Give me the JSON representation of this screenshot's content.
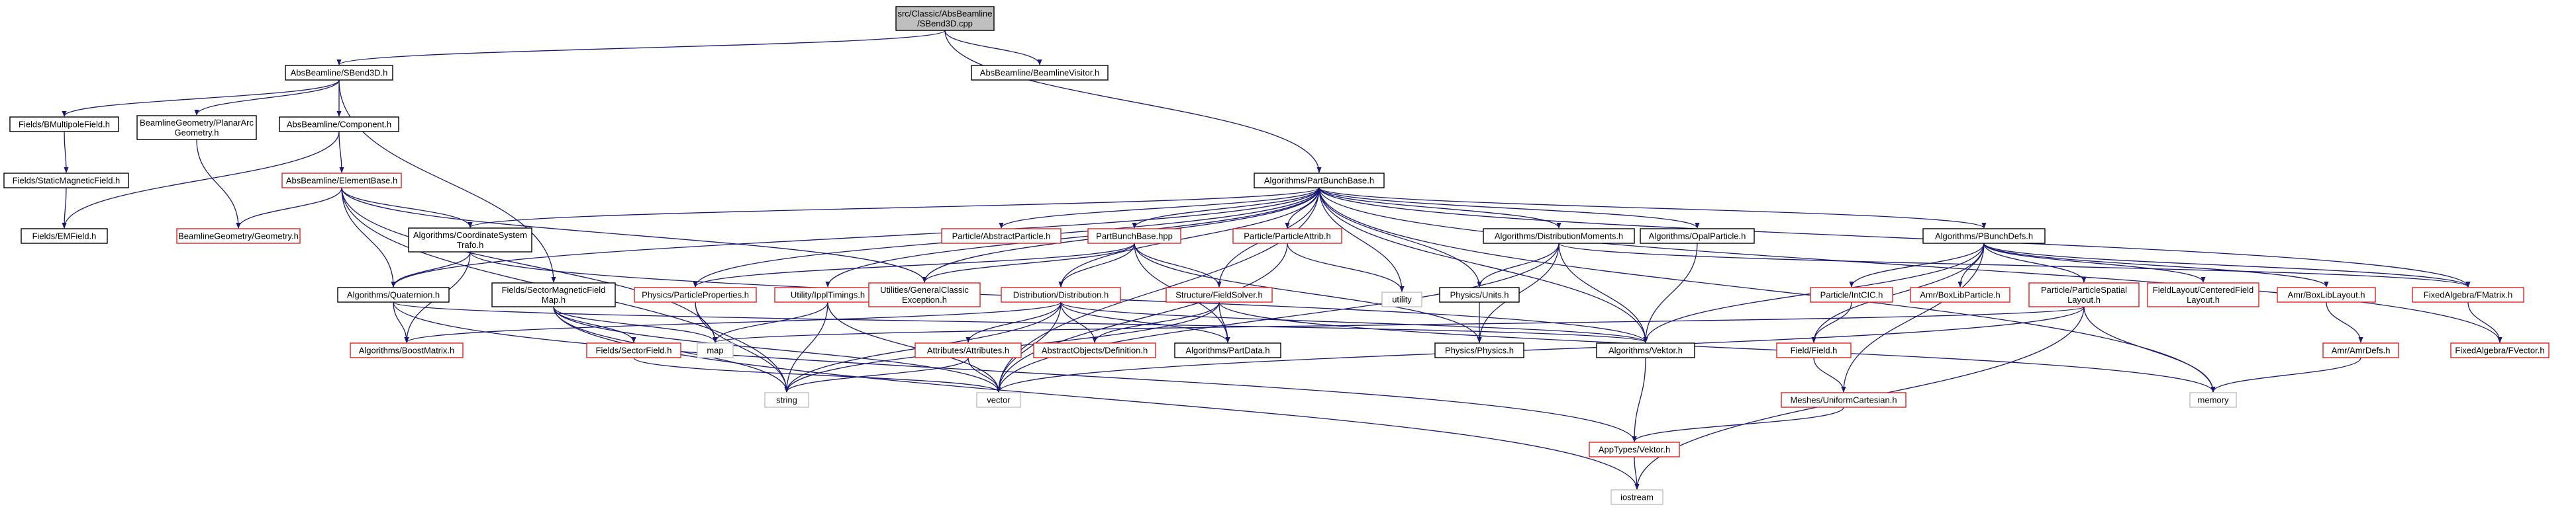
{
  "diagram": {
    "title": "",
    "colors": {
      "edge": "#191970",
      "edge_alt": "#cc2222",
      "root_fill": "#bfbfbf",
      "node_fill": "#ffffff",
      "border_black": "#000000",
      "border_red": "#e02020",
      "border_gray": "#bfbfbf"
    },
    "nodes": [
      {
        "id": "root",
        "lines": [
          "src/Classic/AbsBeamline",
          "/SBend3D.cpp"
        ],
        "kind": "root"
      },
      {
        "id": "sbend3d_h",
        "lines": [
          "AbsBeamline/SBend3D.h"
        ],
        "kind": "black"
      },
      {
        "id": "beamlinevisitor_h",
        "lines": [
          "AbsBeamline/BeamlineVisitor.h"
        ],
        "kind": "black"
      },
      {
        "id": "bmultipolefield_h",
        "lines": [
          "Fields/BMultipoleField.h"
        ],
        "kind": "black"
      },
      {
        "id": "planararc_h",
        "lines": [
          "BeamlineGeometry/PlanarArc",
          "Geometry.h"
        ],
        "kind": "black"
      },
      {
        "id": "component_h",
        "lines": [
          "AbsBeamline/Component.h"
        ],
        "kind": "black"
      },
      {
        "id": "staticmagneticfield_h",
        "lines": [
          "Fields/StaticMagneticField.h"
        ],
        "kind": "black"
      },
      {
        "id": "emfield_h",
        "lines": [
          "Fields/EMField.h"
        ],
        "kind": "black"
      },
      {
        "id": "elementbase_h",
        "lines": [
          "AbsBeamline/ElementBase.h"
        ],
        "kind": "red"
      },
      {
        "id": "geometry_h",
        "lines": [
          "BeamlineGeometry/Geometry.h"
        ],
        "kind": "red"
      },
      {
        "id": "partbunchbase_h",
        "lines": [
          "Algorithms/PartBunchBase.h"
        ],
        "kind": "black"
      },
      {
        "id": "coordsys_h",
        "lines": [
          "Algorithms/CoordinateSystem",
          "Trafo.h"
        ],
        "kind": "black"
      },
      {
        "id": "quaternion_h",
        "lines": [
          "Algorithms/Quaternion.h"
        ],
        "kind": "black"
      },
      {
        "id": "boostmatrix_h",
        "lines": [
          "Algorithms/BoostMatrix.h"
        ],
        "kind": "red"
      },
      {
        "id": "sectormagfieldmap_h",
        "lines": [
          "Fields/SectorMagneticField",
          "Map.h"
        ],
        "kind": "black"
      },
      {
        "id": "sectorfield_h",
        "lines": [
          "Fields/SectorField.h"
        ],
        "kind": "red"
      },
      {
        "id": "abstractparticle_h",
        "lines": [
          "Particle/AbstractParticle.h"
        ],
        "kind": "red"
      },
      {
        "id": "partbunchbase_hpp",
        "lines": [
          "PartBunchBase.hpp"
        ],
        "kind": "red"
      },
      {
        "id": "particleprops_h",
        "lines": [
          "Physics/ParticleProperties.h"
        ],
        "kind": "red"
      },
      {
        "id": "ipptimings_h",
        "lines": [
          "Utility/IpplTimings.h"
        ],
        "kind": "red"
      },
      {
        "id": "generalclassicexc_h",
        "lines": [
          "Utilities/GeneralClassic",
          "Exception.h"
        ],
        "kind": "red"
      },
      {
        "id": "distribution_h",
        "lines": [
          "Distribution/Distribution.h"
        ],
        "kind": "red"
      },
      {
        "id": "particleattrib_h",
        "lines": [
          "Particle/ParticleAttrib.h"
        ],
        "kind": "red"
      },
      {
        "id": "fieldsolver_h",
        "lines": [
          "Structure/FieldSolver.h"
        ],
        "kind": "red"
      },
      {
        "id": "utility",
        "lines": [
          "utility"
        ],
        "kind": "gray"
      },
      {
        "id": "distmoments_h",
        "lines": [
          "Algorithms/DistributionMoments.h"
        ],
        "kind": "black"
      },
      {
        "id": "opalparticle_h",
        "lines": [
          "Algorithms/OpalParticle.h"
        ],
        "kind": "black"
      },
      {
        "id": "units_h",
        "lines": [
          "Physics/Units.h"
        ],
        "kind": "black"
      },
      {
        "id": "physics_h",
        "lines": [
          "Physics/Physics.h"
        ],
        "kind": "black"
      },
      {
        "id": "pbunchdefs_h",
        "lines": [
          "Algorithms/PBunchDefs.h"
        ],
        "kind": "black"
      },
      {
        "id": "intcic_h",
        "lines": [
          "Particle/IntCIC.h"
        ],
        "kind": "red"
      },
      {
        "id": "boxlibparticle_h",
        "lines": [
          "Amr/BoxLibParticle.h"
        ],
        "kind": "red"
      },
      {
        "id": "partspatiallayout_h",
        "lines": [
          "Particle/ParticleSpatial",
          "Layout.h"
        ],
        "kind": "red"
      },
      {
        "id": "centeredfieldlayout_h",
        "lines": [
          "FieldLayout/CenteredField",
          "Layout.h"
        ],
        "kind": "red"
      },
      {
        "id": "boxliblayout_h",
        "lines": [
          "Amr/BoxLibLayout.h"
        ],
        "kind": "red"
      },
      {
        "id": "fmatrix_h",
        "lines": [
          "FixedAlgebra/FMatrix.h"
        ],
        "kind": "red"
      },
      {
        "id": "fvector_h",
        "lines": [
          "FixedAlgebra/FVector.h"
        ],
        "kind": "red"
      },
      {
        "id": "amrdefs_h",
        "lines": [
          "Amr/AmrDefs.h"
        ],
        "kind": "red"
      },
      {
        "id": "field_h",
        "lines": [
          "Field/Field.h"
        ],
        "kind": "red"
      },
      {
        "id": "uniformcartesian_h",
        "lines": [
          "Meshes/UniformCartesian.h"
        ],
        "kind": "red"
      },
      {
        "id": "attributes_h",
        "lines": [
          "Attributes/Attributes.h"
        ],
        "kind": "red"
      },
      {
        "id": "abstractobjdef_h",
        "lines": [
          "AbstractObjects/Definition.h"
        ],
        "kind": "red"
      },
      {
        "id": "partdata_h",
        "lines": [
          "Algorithms/PartData.h"
        ],
        "kind": "black"
      },
      {
        "id": "vektor_h",
        "lines": [
          "Algorithms/Vektor.h"
        ],
        "kind": "black"
      },
      {
        "id": "apptypes_vektor_h",
        "lines": [
          "AppTypes/Vektor.h"
        ],
        "kind": "red"
      },
      {
        "id": "map",
        "lines": [
          "map"
        ],
        "kind": "gray"
      },
      {
        "id": "string",
        "lines": [
          "string"
        ],
        "kind": "gray"
      },
      {
        "id": "vector",
        "lines": [
          "vector"
        ],
        "kind": "gray"
      },
      {
        "id": "memory",
        "lines": [
          "memory"
        ],
        "kind": "gray"
      },
      {
        "id": "iostream",
        "lines": [
          "iostream"
        ],
        "kind": "gray"
      }
    ],
    "edges": [
      [
        "root",
        "sbend3d_h"
      ],
      [
        "root",
        "beamlinevisitor_h"
      ],
      [
        "root",
        "partbunchbase_h"
      ],
      [
        "sbend3d_h",
        "bmultipolefield_h"
      ],
      [
        "sbend3d_h",
        "planararc_h"
      ],
      [
        "sbend3d_h",
        "component_h"
      ],
      [
        "sbend3d_h",
        "sectormagfieldmap_h"
      ],
      [
        "bmultipolefield_h",
        "staticmagneticfield_h"
      ],
      [
        "staticmagneticfield_h",
        "emfield_h"
      ],
      [
        "planararc_h",
        "geometry_h"
      ],
      [
        "component_h",
        "emfield_h"
      ],
      [
        "component_h",
        "elementbase_h"
      ],
      [
        "elementbase_h",
        "geometry_h"
      ],
      [
        "elementbase_h",
        "coordsys_h"
      ],
      [
        "elementbase_h",
        "quaternion_h"
      ],
      [
        "elementbase_h",
        "generalclassicexc_h"
      ],
      [
        "elementbase_h",
        "string"
      ],
      [
        "elementbase_h",
        "map"
      ],
      [
        "coordsys_h",
        "quaternion_h"
      ],
      [
        "coordsys_h",
        "boostmatrix_h"
      ],
      [
        "coordsys_h",
        "vektor_h"
      ],
      [
        "quaternion_h",
        "boostmatrix_h"
      ],
      [
        "quaternion_h",
        "apptypes_vektor_h"
      ],
      [
        "quaternion_h",
        "vektor_h"
      ],
      [
        "sectormagfieldmap_h",
        "sectorfield_h"
      ],
      [
        "sectormagfieldmap_h",
        "map"
      ],
      [
        "sectormagfieldmap_h",
        "string"
      ],
      [
        "sectormagfieldmap_h",
        "vector"
      ],
      [
        "sectormagfieldmap_h",
        "iostream"
      ],
      [
        "sectorfield_h",
        "vector"
      ],
      [
        "partbunchbase_h",
        "coordsys_h"
      ],
      [
        "partbunchbase_h",
        "quaternion_h"
      ],
      [
        "partbunchbase_h",
        "abstractparticle_h"
      ],
      [
        "partbunchbase_h",
        "partbunchbase_hpp"
      ],
      [
        "partbunchbase_h",
        "particleprops_h"
      ],
      [
        "partbunchbase_h",
        "ipptimings_h"
      ],
      [
        "partbunchbase_h",
        "generalclassicexc_h"
      ],
      [
        "partbunchbase_h",
        "distribution_h"
      ],
      [
        "partbunchbase_h",
        "particleattrib_h"
      ],
      [
        "partbunchbase_h",
        "fieldsolver_h"
      ],
      [
        "partbunchbase_h",
        "utility"
      ],
      [
        "partbunchbase_h",
        "distmoments_h"
      ],
      [
        "partbunchbase_h",
        "opalparticle_h"
      ],
      [
        "partbunchbase_h",
        "units_h"
      ],
      [
        "partbunchbase_h",
        "pbunchdefs_h"
      ],
      [
        "partbunchbase_h",
        "vektor_h"
      ],
      [
        "partbunchbase_h",
        "vector"
      ],
      [
        "partbunchbase_h",
        "fmatrix_h"
      ],
      [
        "partbunchbase_h",
        "fvector_h"
      ],
      [
        "partbunchbase_h",
        "memory"
      ],
      [
        "partbunchbase_hpp",
        "particleprops_h"
      ],
      [
        "partbunchbase_hpp",
        "generalclassicexc_h"
      ],
      [
        "partbunchbase_hpp",
        "distribution_h"
      ],
      [
        "partbunchbase_hpp",
        "fieldsolver_h"
      ],
      [
        "partbunchbase_hpp",
        "partdata_h"
      ],
      [
        "partbunchbase_hpp",
        "physics_h"
      ],
      [
        "particleprops_h",
        "map"
      ],
      [
        "particleprops_h",
        "string"
      ],
      [
        "ipptimings_h",
        "map"
      ],
      [
        "ipptimings_h",
        "string"
      ],
      [
        "ipptimings_h",
        "vector"
      ],
      [
        "distribution_h",
        "attributes_h"
      ],
      [
        "distribution_h",
        "abstractobjdef_h"
      ],
      [
        "distribution_h",
        "partdata_h"
      ],
      [
        "distribution_h",
        "vektor_h"
      ],
      [
        "distribution_h",
        "boostmatrix_h"
      ],
      [
        "distribution_h",
        "vector"
      ],
      [
        "distribution_h",
        "string"
      ],
      [
        "attributes_h",
        "string"
      ],
      [
        "attributes_h",
        "vector"
      ],
      [
        "particleattrib_h",
        "utility"
      ],
      [
        "particleattrib_h",
        "vector"
      ],
      [
        "fieldsolver_h",
        "abstractobjdef_h"
      ],
      [
        "fieldsolver_h",
        "partdata_h"
      ],
      [
        "fieldsolver_h",
        "memory"
      ],
      [
        "fieldsolver_h",
        "string"
      ],
      [
        "distmoments_h",
        "units_h"
      ],
      [
        "distmoments_h",
        "physics_h"
      ],
      [
        "distmoments_h",
        "vektor_h"
      ],
      [
        "distmoments_h",
        "vector"
      ],
      [
        "distmoments_h",
        "fmatrix_h"
      ],
      [
        "opalparticle_h",
        "vektor_h"
      ],
      [
        "units_h",
        "physics_h"
      ],
      [
        "pbunchdefs_h",
        "vektor_h"
      ],
      [
        "pbunchdefs_h",
        "field_h"
      ],
      [
        "pbunchdefs_h",
        "intcic_h"
      ],
      [
        "pbunchdefs_h",
        "boxlibparticle_h"
      ],
      [
        "pbunchdefs_h",
        "partspatiallayout_h"
      ],
      [
        "pbunchdefs_h",
        "centeredfieldlayout_h"
      ],
      [
        "pbunchdefs_h",
        "boxliblayout_h"
      ],
      [
        "pbunchdefs_h",
        "uniformcartesian_h"
      ],
      [
        "pbunchdefs_h",
        "fmatrix_h"
      ],
      [
        "intcic_h",
        "field_h"
      ],
      [
        "partspatiallayout_h",
        "vector"
      ],
      [
        "partspatiallayout_h",
        "iostream"
      ],
      [
        "partspatiallayout_h",
        "memory"
      ],
      [
        "partspatiallayout_h",
        "map"
      ],
      [
        "boxliblayout_h",
        "amrdefs_h"
      ],
      [
        "amrdefs_h",
        "memory"
      ],
      [
        "fmatrix_h",
        "fvector_h"
      ],
      [
        "field_h",
        "uniformcartesian_h"
      ],
      [
        "uniformcartesian_h",
        "apptypes_vektor_h"
      ],
      [
        "vektor_h",
        "apptypes_vektor_h"
      ],
      [
        "apptypes_vektor_h",
        "iostream"
      ]
    ]
  }
}
